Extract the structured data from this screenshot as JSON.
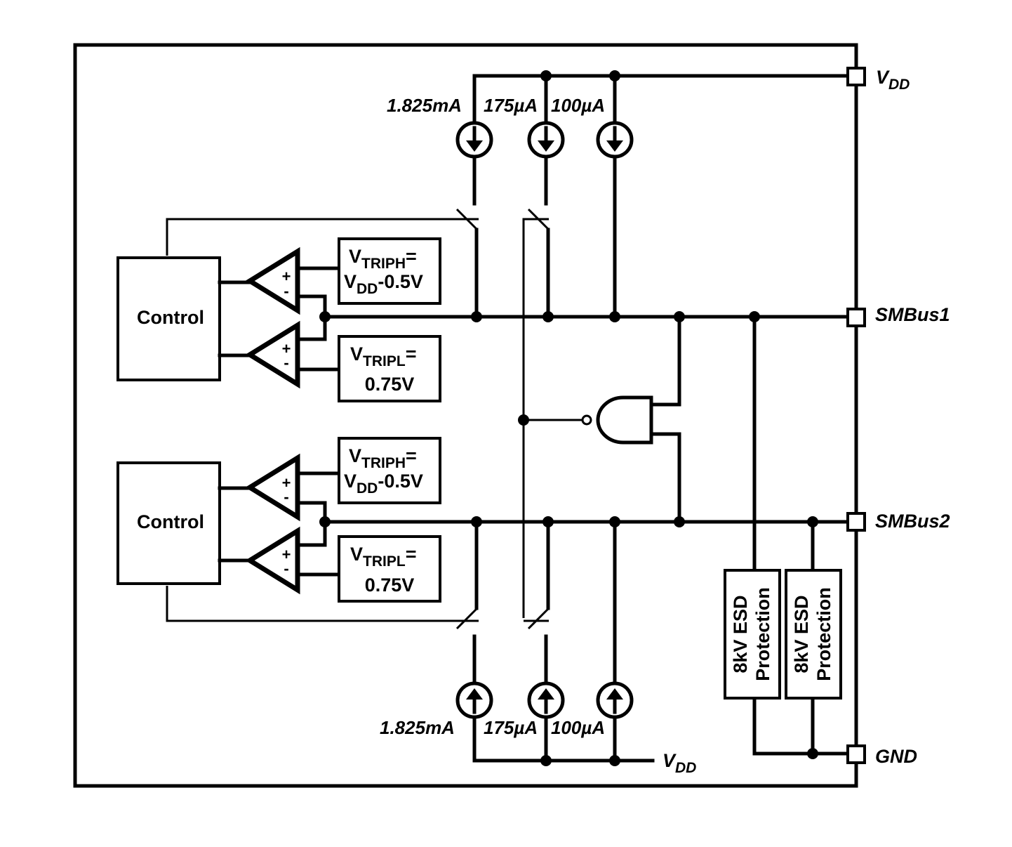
{
  "pins": {
    "vdd_label": "V",
    "vdd_sub": "DD",
    "smbus1": "SMBus1",
    "smbus2": "SMBus2",
    "gnd": "GND",
    "vdd_bottom_label": "V",
    "vdd_bottom_sub": "DD"
  },
  "currents_top": [
    "1.825mA",
    "175µA",
    "100µA"
  ],
  "currents_bottom": [
    "1.825mA",
    "175µA",
    "100µA"
  ],
  "control_blocks": [
    "Control",
    "Control"
  ],
  "comparator_signs": {
    "plus": "+",
    "minus": "-"
  },
  "ref_boxes": [
    {
      "line1_main": "V",
      "line1_sub": "TRIPH",
      "line1_tail": "=",
      "line2_main": "V",
      "line2_sub": "DD",
      "line2_tail": "-0.5V"
    },
    {
      "line1_main": "V",
      "line1_sub": "TRIPL",
      "line1_tail": "=",
      "line2": "0.75V"
    },
    {
      "line1_main": "V",
      "line1_sub": "TRIPH",
      "line1_tail": "=",
      "line2_main": "V",
      "line2_sub": "DD",
      "line2_tail": "-0.5V"
    },
    {
      "line1_main": "V",
      "line1_sub": "TRIPL",
      "line1_tail": "=",
      "line2": "0.75V"
    }
  ],
  "esd_blocks": [
    {
      "line1": "8kV ESD",
      "line2": "Protection"
    },
    {
      "line1": "8kV ESD",
      "line2": "Protection"
    }
  ]
}
